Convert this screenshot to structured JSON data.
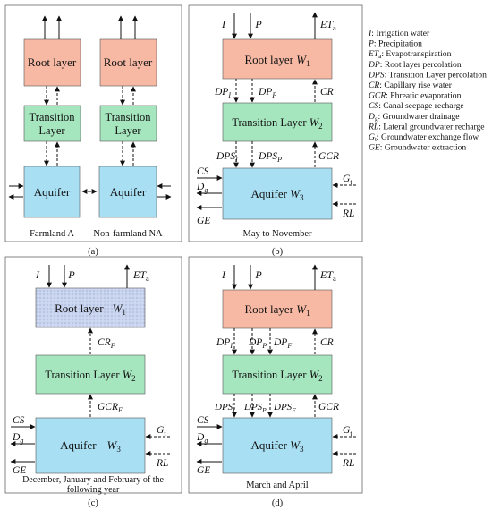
{
  "panel_a": {
    "root_left": "Root layer",
    "root_right": "Root layer",
    "trans_left_1": "Transition",
    "trans_left_2": "Layer",
    "trans_right_1": "Transition",
    "trans_right_2": "Layer",
    "aquifer_left": "Aquifer",
    "aquifer_right": "Aquifer",
    "caption_left": "Farmland A",
    "caption_right": "Non-farmland NA",
    "letter": "(a)"
  },
  "panel_b": {
    "I": "I",
    "P": "P",
    "ET": "ET",
    "ET_sub": "a",
    "root": "Root layer ",
    "root_w": "W",
    "root_w_sub": "1",
    "DPI": "DP",
    "DPI_sub": "I",
    "DPP": "DP",
    "DPP_sub": "P",
    "CR": "CR",
    "trans": "Transition Layer ",
    "trans_w": "W",
    "trans_w_sub": "2",
    "DPSI": "DPS",
    "DPSI_sub": "I",
    "DPSP": "DPS",
    "DPSP_sub": "P",
    "GCR": "GCR",
    "aquifer": "Aquifer ",
    "aquifer_w": "W",
    "aquifer_w_sub": "3",
    "CS": "CS",
    "Dg": "D",
    "Dg_sub": "g",
    "GE": "GE",
    "Gt": "G",
    "Gt_sub": "t",
    "RL": "RL",
    "caption": "May to November",
    "letter": "(b)"
  },
  "legend": [
    {
      "sym": "I",
      "sub": "",
      "desc": ": Irrigation water"
    },
    {
      "sym": "P",
      "sub": "",
      "desc": ": Precipitation"
    },
    {
      "sym": "ET",
      "sub": "a",
      "desc": ": Evapotranspiration"
    },
    {
      "sym": "DP",
      "sub": "",
      "desc": ": Root layer percolation"
    },
    {
      "sym": "DPS",
      "sub": "",
      "desc": ": Transition Layer percolation"
    },
    {
      "sym": "CR",
      "sub": "",
      "desc": ": Capillary rise water"
    },
    {
      "sym": "GCR",
      "sub": "",
      "desc": ": Phreatic evaporation"
    },
    {
      "sym": "CS",
      "sub": "",
      "desc": ": Canal seepage recharge"
    },
    {
      "sym": "D",
      "sub": "g",
      "desc": ": Groundwater drainage"
    },
    {
      "sym": "RL",
      "sub": "",
      "desc": ": Lateral groundwater recharge"
    },
    {
      "sym": "G",
      "sub": "t",
      "desc": ": Groundwater exchange flow"
    },
    {
      "sym": "GE",
      "sub": "",
      "desc": ": Groundwater extraction"
    }
  ],
  "panel_c": {
    "I": "I",
    "P": "P",
    "ET": "ET",
    "ET_sub": "a",
    "root": "Root layer",
    "root_w": "W",
    "root_w_sub": "1",
    "CRF": "CR",
    "CRF_sub": "F",
    "trans": "Transition Layer ",
    "trans_w": "W",
    "trans_w_sub": "2",
    "GCRF": "GCR",
    "GCRF_sub": "F",
    "aquifer": "Aquifer",
    "aquifer_w": "W",
    "aquifer_w_sub": "3",
    "CS": "CS",
    "Dg": "D",
    "Dg_sub": "g",
    "GE": "GE",
    "Gt": "G",
    "Gt_sub": "t",
    "RL": "RL",
    "caption_1": "December, January and February of the",
    "caption_2": "following year",
    "letter": "(c)"
  },
  "panel_d": {
    "I": "I",
    "P": "P",
    "ET": "ET",
    "ET_sub": "a",
    "root": "Root layer ",
    "root_w": "W",
    "root_w_sub": "1",
    "DPI": "DP",
    "DPI_sub": "I",
    "DPP": "DP",
    "DPP_sub": "P",
    "DPF": "DP",
    "DPF_sub": "F",
    "CR": "CR",
    "trans": "Transition Layer ",
    "trans_w": "W",
    "trans_w_sub": "2",
    "DPSI": "DPS",
    "DPSI_sub": "I",
    "DPSP": "DPS",
    "DPSP_sub": "P",
    "DPSF": "DPS",
    "DPSF_sub": "F",
    "GCR": "GCR",
    "aquifer": "Aquifer ",
    "aquifer_w": "W",
    "aquifer_w_sub": "3",
    "CS": "CS",
    "Dg": "D",
    "Dg_sub": "g",
    "GE": "GE",
    "Gt": "G",
    "Gt_sub": "t",
    "RL": "RL",
    "caption": "March and April",
    "letter": "(d)"
  },
  "colors": {
    "root": "#f7b9a4",
    "transition": "#a6e6bf",
    "aquifer": "#a9dff3",
    "frozen": "#c9d4ee",
    "frame": "#666666"
  }
}
